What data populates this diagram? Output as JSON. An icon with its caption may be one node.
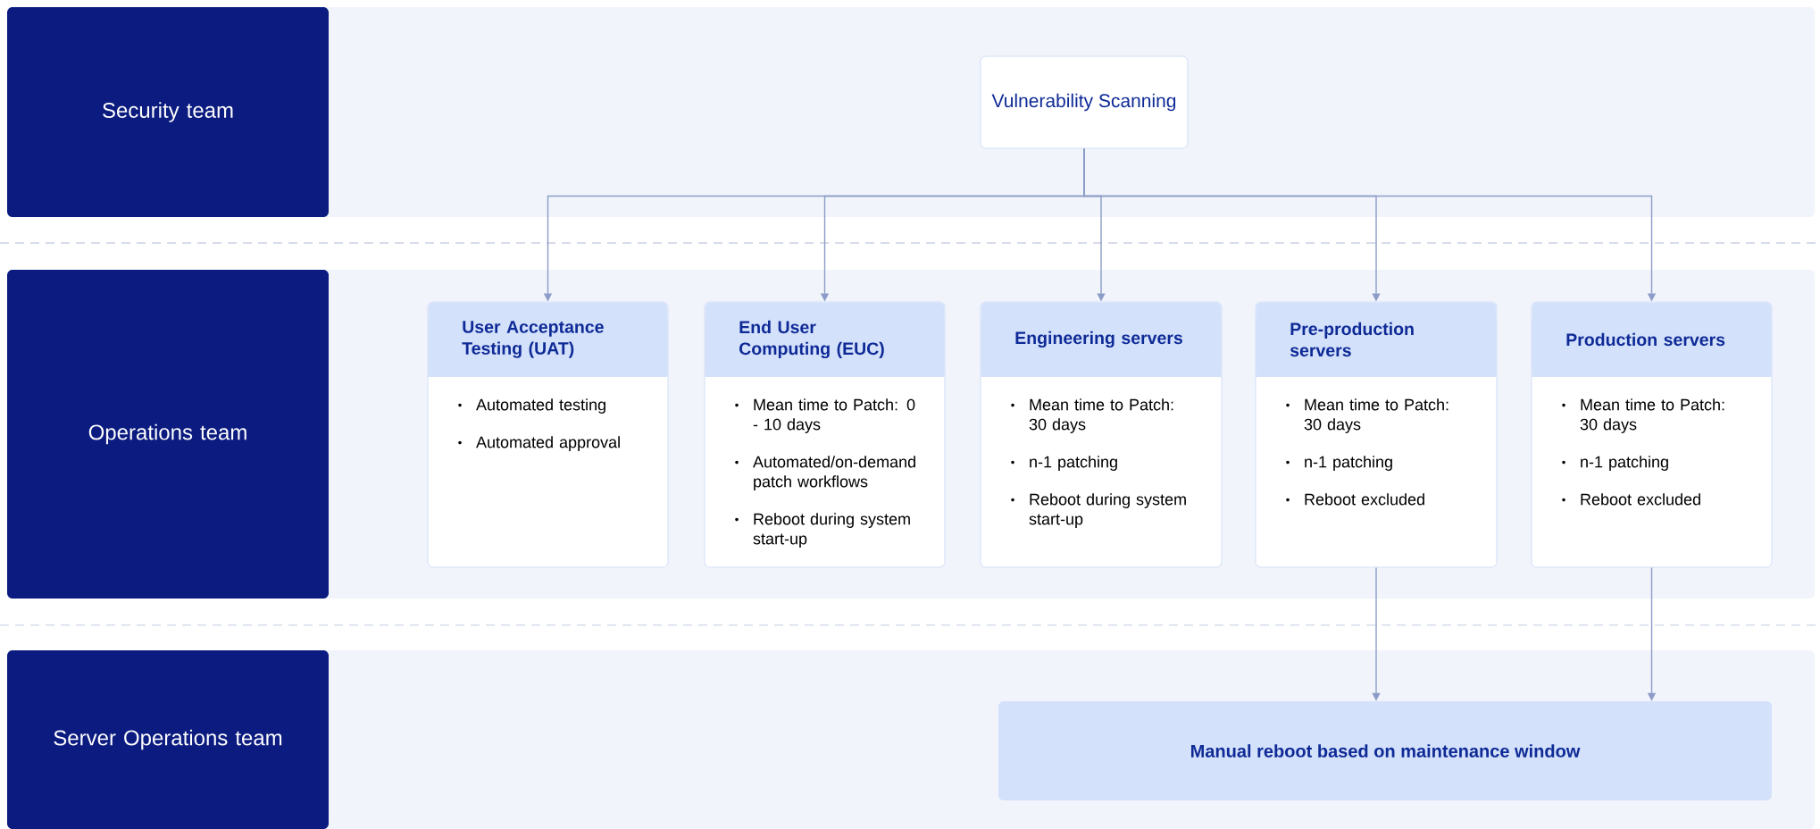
{
  "diagram": {
    "nodes": [
      {
        "text": [
          "Security team"
        ]
      },
      {
        "text": [
          "Vulnerability Scanning"
        ]
      },
      {
        "text": [
          "Operations team"
        ]
      },
      {
        "text": [
          "User Acceptance Testing (UAT)",
          "Automated testing",
          "Automated approval"
        ]
      },
      {
        "text": [
          "End User Computing (EUC)",
          "Mean time to Patch: 0 - 10 days",
          "Automated/on-demand patch workflows",
          "Reboot during system start-up"
        ]
      },
      {
        "text": [
          "Engineering servers",
          "Mean time to Patch: 30 days",
          "n-1 patching",
          "Reboot during system start-up"
        ]
      },
      {
        "text": [
          "Pre-production servers",
          "Mean time to Patch: 30 days",
          "n-1 patching",
          "Reboot excluded"
        ]
      },
      {
        "text": [
          "Production servers",
          "Mean time to Patch: 30 days",
          "n-1 patching",
          "Reboot excluded"
        ]
      },
      {
        "text": [
          "Server Operations team"
        ]
      },
      {
        "text": [
          "Manual reboot based on maintenance window"
        ]
      }
    ],
    "edges": [
      {
        "from": 1,
        "to": 3,
        "arrow": "to"
      },
      {
        "from": 1,
        "to": 4,
        "arrow": "to"
      },
      {
        "from": 1,
        "to": 5,
        "arrow": "to"
      },
      {
        "from": 1,
        "to": 6,
        "arrow": "to"
      },
      {
        "from": 1,
        "to": 7,
        "arrow": "to"
      },
      {
        "from": 6,
        "to": 9,
        "arrow": "to"
      },
      {
        "from": 7,
        "to": 9,
        "arrow": "to"
      }
    ]
  }
}
